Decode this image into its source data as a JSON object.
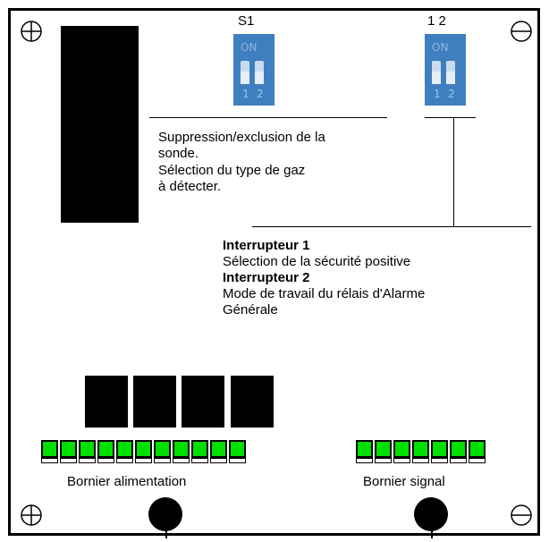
{
  "switches": {
    "s1_label": "S1",
    "s2_label": "1  2",
    "on_text": "ON",
    "num1": "1",
    "num2": "2"
  },
  "s1_text": {
    "line1": "Suppression/exclusion  de  la",
    "line2": "sonde.",
    "line3": "Sélection du type de gaz",
    "line4": "à détecter."
  },
  "interrupteurs": {
    "i1_title": "Interrupteur 1",
    "i1_desc": "Sélection de la sécurité positive",
    "i2_title": "Interrupteur 2",
    "i2_desc_line1": "Mode de travail du rélais d'Alarme",
    "i2_desc_line2": "Générale"
  },
  "terminals": {
    "alimentation_label": "Bornier alimentation",
    "alimentation_count": 11,
    "signal_label": "Bornier  signal",
    "signal_count": 7
  },
  "colors": {
    "dip_blue": "#3f7fbf",
    "terminal_green": "#00e000"
  }
}
